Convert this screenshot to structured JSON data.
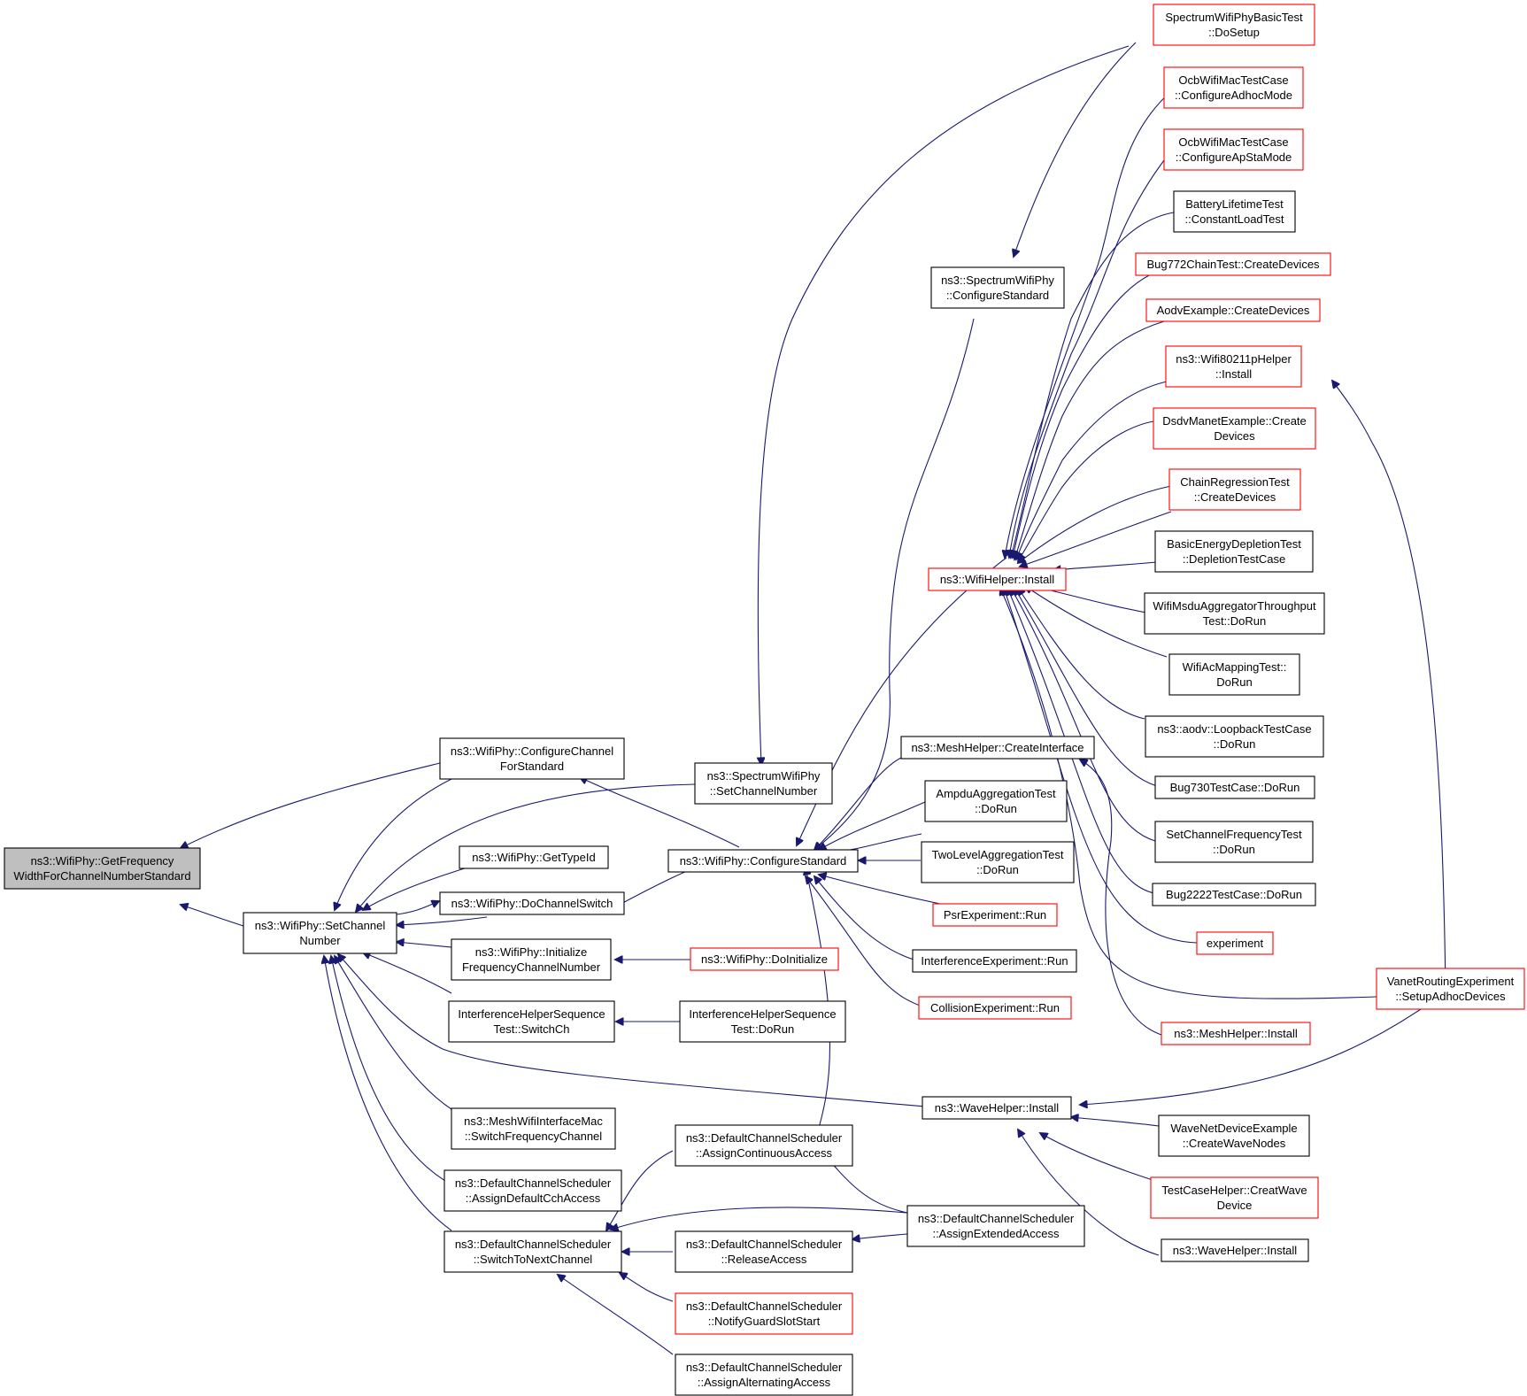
{
  "colors": {
    "edge": "#191970",
    "node_border": "#000000",
    "node_border_incomplete": "#ff0000",
    "root_fill": "#bfbfbf"
  },
  "nodes": {
    "root": {
      "lines": [
        "ns3::WifiPhy::GetFrequency",
        "WidthForChannelNumberStandard"
      ]
    },
    "setch": {
      "lines": [
        "ns3::WifiPhy::SetChannel",
        "Number"
      ]
    },
    "cfgchstd": {
      "lines": [
        "ns3::WifiPhy::ConfigureChannel",
        "ForStandard"
      ]
    },
    "gettype": {
      "lines": [
        "ns3::WifiPhy::GetTypeId"
      ]
    },
    "dochsw": {
      "lines": [
        "ns3::WifiPhy::DoChannelSwitch"
      ]
    },
    "initfreq": {
      "lines": [
        "ns3::WifiPhy::Initialize",
        "FrequencyChannelNumber"
      ]
    },
    "ihsswitch": {
      "lines": [
        "InterferenceHelperSequence",
        "Test::SwitchCh"
      ]
    },
    "meshswitch": {
      "lines": [
        "ns3::MeshWifiInterfaceMac",
        "::SwitchFrequencyChannel"
      ]
    },
    "assigndef": {
      "lines": [
        "ns3::DefaultChannelScheduler",
        "::AssignDefaultCchAccess"
      ]
    },
    "switchnext": {
      "lines": [
        "ns3::DefaultChannelScheduler",
        "::SwitchToNextChannel"
      ]
    },
    "specsetch": {
      "lines": [
        "ns3::SpectrumWifiPhy",
        "::SetChannelNumber"
      ]
    },
    "cfgstd": {
      "lines": [
        "ns3::WifiPhy::ConfigureStandard"
      ]
    },
    "doinit": {
      "lines": [
        "ns3::WifiPhy::DoInitialize"
      ]
    },
    "ihsdorun": {
      "lines": [
        "InterferenceHelperSequence",
        "Test::DoRun"
      ]
    },
    "assigncont": {
      "lines": [
        "ns3::DefaultChannelScheduler",
        "::AssignContinuousAccess"
      ]
    },
    "release": {
      "lines": [
        "ns3::DefaultChannelScheduler",
        "::ReleaseAccess"
      ]
    },
    "notifyguard": {
      "lines": [
        "ns3::DefaultChannelScheduler",
        "::NotifyGuardSlotStart"
      ]
    },
    "assignalt": {
      "lines": [
        "ns3::DefaultChannelScheduler",
        "::AssignAlternatingAccess"
      ]
    },
    "speccfg": {
      "lines": [
        "ns3::SpectrumWifiPhy",
        "::ConfigureStandard"
      ]
    },
    "wifihelper": {
      "lines": [
        "ns3::WifiHelper::Install"
      ]
    },
    "meshcreate": {
      "lines": [
        "ns3::MeshHelper::CreateInterface"
      ]
    },
    "ampdu": {
      "lines": [
        "AmpduAggregationTest",
        "::DoRun"
      ]
    },
    "twolevel": {
      "lines": [
        "TwoLevelAggregationTest",
        "::DoRun"
      ]
    },
    "psr": {
      "lines": [
        "PsrExperiment::Run"
      ]
    },
    "interfexp": {
      "lines": [
        "InterferenceExperiment::Run"
      ]
    },
    "collision": {
      "lines": [
        "CollisionExperiment::Run"
      ]
    },
    "wavehelper": {
      "lines": [
        "ns3::WaveHelper::Install"
      ]
    },
    "assignext": {
      "lines": [
        "ns3::DefaultChannelScheduler",
        "::AssignExtendedAccess"
      ]
    },
    "specbasic": {
      "lines": [
        "SpectrumWifiPhyBasicTest",
        "::DoSetup"
      ]
    },
    "ocbadhoc": {
      "lines": [
        "OcbWifiMacTestCase",
        "::ConfigureAdhocMode"
      ]
    },
    "ocbapsta": {
      "lines": [
        "OcbWifiMacTestCase",
        "::ConfigureApStaMode"
      ]
    },
    "battery": {
      "lines": [
        "BatteryLifetimeTest",
        "::ConstantLoadTest"
      ]
    },
    "bug772": {
      "lines": [
        "Bug772ChainTest::CreateDevices"
      ]
    },
    "aodvex": {
      "lines": [
        "AodvExample::CreateDevices"
      ]
    },
    "wifi80211p": {
      "lines": [
        "ns3::Wifi80211pHelper",
        "::Install"
      ]
    },
    "dsdv": {
      "lines": [
        "DsdvManetExample::Create",
        "Devices"
      ]
    },
    "chainreg": {
      "lines": [
        "ChainRegressionTest",
        "::CreateDevices"
      ]
    },
    "basicenergy": {
      "lines": [
        "BasicEnergyDepletionTest",
        "::DepletionTestCase"
      ]
    },
    "msdu": {
      "lines": [
        "WifiMsduAggregatorThroughput",
        "Test::DoRun"
      ]
    },
    "acmapping": {
      "lines": [
        "WifiAcMappingTest::",
        "DoRun"
      ]
    },
    "aodvloop": {
      "lines": [
        "ns3::aodv::LoopbackTestCase",
        "::DoRun"
      ]
    },
    "bug730": {
      "lines": [
        "Bug730TestCase::DoRun"
      ]
    },
    "setchfreq": {
      "lines": [
        "SetChannelFrequencyTest",
        "::DoRun"
      ]
    },
    "bug2222": {
      "lines": [
        "Bug2222TestCase::DoRun"
      ]
    },
    "experiment": {
      "lines": [
        "experiment"
      ]
    },
    "meshinstall": {
      "lines": [
        "ns3::MeshHelper::Install"
      ]
    },
    "vanet": {
      "lines": [
        "VanetRoutingExperiment",
        "::SetupAdhocDevices"
      ]
    },
    "wavenet": {
      "lines": [
        "WaveNetDeviceExample",
        "::CreateWaveNodes"
      ]
    },
    "testcasehelper": {
      "lines": [
        "TestCaseHelper::CreatWave",
        "Device"
      ]
    },
    "wavehelper2": {
      "lines": [
        "ns3::WaveHelper::Install"
      ]
    }
  }
}
